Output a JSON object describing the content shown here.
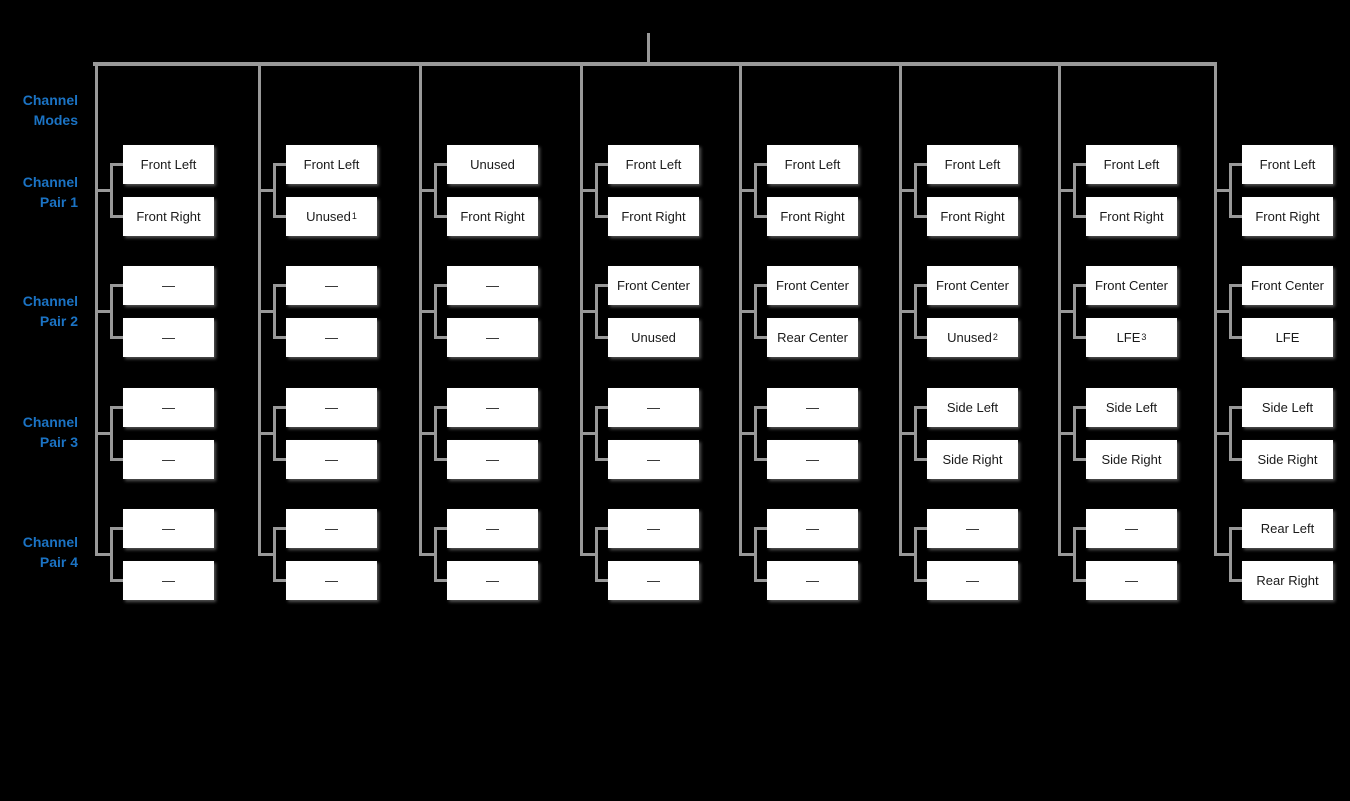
{
  "colors": {
    "background": "#000000",
    "accent_blue": "#1b73c4",
    "connector_gray": "#999999",
    "box_fill": "#ffffff",
    "box_text": "#1a1a1a"
  },
  "labels": {
    "modes": "Channel Modes",
    "pairs": [
      "Channel Pair 1",
      "Channel Pair 2",
      "Channel Pair 3",
      "Channel Pair 4"
    ]
  },
  "columns": [
    {
      "pairs": [
        [
          {
            "label": "Front Left"
          },
          {
            "label": "Front Right"
          }
        ],
        [
          {
            "label": "—"
          },
          {
            "label": "—"
          }
        ],
        [
          {
            "label": "—"
          },
          {
            "label": "—"
          }
        ],
        [
          {
            "label": "—"
          },
          {
            "label": "—"
          }
        ]
      ]
    },
    {
      "pairs": [
        [
          {
            "label": "Front Left"
          },
          {
            "label": "Unused",
            "sup": "1"
          }
        ],
        [
          {
            "label": "—"
          },
          {
            "label": "—"
          }
        ],
        [
          {
            "label": "—"
          },
          {
            "label": "—"
          }
        ],
        [
          {
            "label": "—"
          },
          {
            "label": "—"
          }
        ]
      ]
    },
    {
      "pairs": [
        [
          {
            "label": "Unused"
          },
          {
            "label": "Front Right"
          }
        ],
        [
          {
            "label": "—"
          },
          {
            "label": "—"
          }
        ],
        [
          {
            "label": "—"
          },
          {
            "label": "—"
          }
        ],
        [
          {
            "label": "—"
          },
          {
            "label": "—"
          }
        ]
      ]
    },
    {
      "pairs": [
        [
          {
            "label": "Front Left"
          },
          {
            "label": "Front Right"
          }
        ],
        [
          {
            "label": "Front Center"
          },
          {
            "label": "Unused"
          }
        ],
        [
          {
            "label": "—"
          },
          {
            "label": "—"
          }
        ],
        [
          {
            "label": "—"
          },
          {
            "label": "—"
          }
        ]
      ]
    },
    {
      "pairs": [
        [
          {
            "label": "Front Left"
          },
          {
            "label": "Front Right"
          }
        ],
        [
          {
            "label": "Front Center"
          },
          {
            "label": "Rear Center"
          }
        ],
        [
          {
            "label": "—"
          },
          {
            "label": "—"
          }
        ],
        [
          {
            "label": "—"
          },
          {
            "label": "—"
          }
        ]
      ]
    },
    {
      "pairs": [
        [
          {
            "label": "Front Left"
          },
          {
            "label": "Front Right"
          }
        ],
        [
          {
            "label": "Front Center"
          },
          {
            "label": "Unused",
            "sup": "2"
          }
        ],
        [
          {
            "label": "Side Left"
          },
          {
            "label": "Side Right"
          }
        ],
        [
          {
            "label": "—"
          },
          {
            "label": "—"
          }
        ]
      ]
    },
    {
      "pairs": [
        [
          {
            "label": "Front Left"
          },
          {
            "label": "Front Right"
          }
        ],
        [
          {
            "label": "Front Center"
          },
          {
            "label": "LFE",
            "sup": "3"
          }
        ],
        [
          {
            "label": "Side Left"
          },
          {
            "label": "Side Right"
          }
        ],
        [
          {
            "label": "—"
          },
          {
            "label": "—"
          }
        ]
      ]
    },
    {
      "pairs": [
        [
          {
            "label": "Front Left"
          },
          {
            "label": "Front Right"
          }
        ],
        [
          {
            "label": "Front Center"
          },
          {
            "label": "LFE"
          }
        ],
        [
          {
            "label": "Side Left"
          },
          {
            "label": "Side Right"
          }
        ],
        [
          {
            "label": "Rear Left"
          },
          {
            "label": "Rear Right"
          }
        ]
      ]
    }
  ]
}
